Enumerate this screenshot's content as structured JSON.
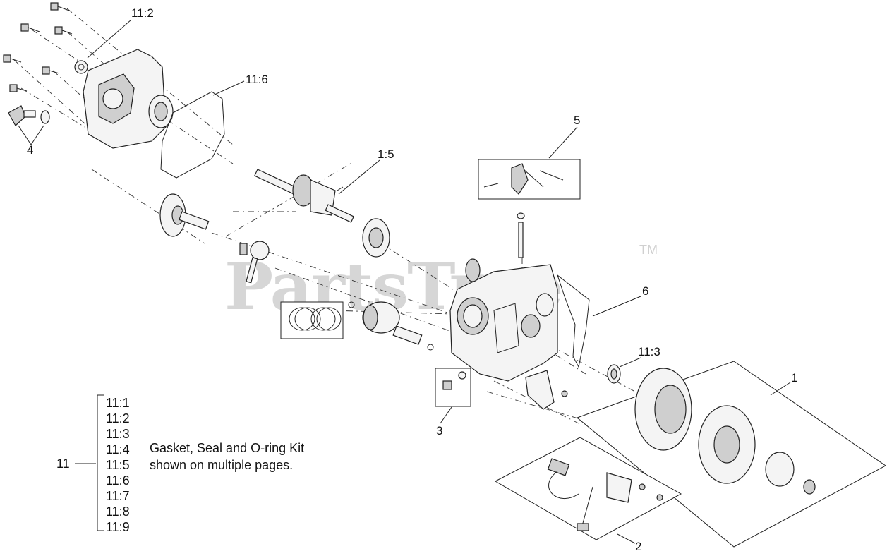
{
  "watermark": {
    "text": "PartsTree",
    "trademark": "TM"
  },
  "callouts": {
    "c_11_2": "11:2",
    "c_11_6": "11:6",
    "c_4": "4",
    "c_1_5": "1:5",
    "c_5": "5",
    "c_6": "6",
    "c_11_3": "11:3",
    "c_1": "1",
    "c_3": "3",
    "c_2": "2"
  },
  "kit_legend": {
    "group_number": "11",
    "items": [
      "11:1",
      "11:2",
      "11:3",
      "11:4",
      "11:5",
      "11:6",
      "11:7",
      "11:8",
      "11:9"
    ],
    "note_line1": "Gasket, Seal and O-ring Kit",
    "note_line2": "shown on multiple pages."
  }
}
